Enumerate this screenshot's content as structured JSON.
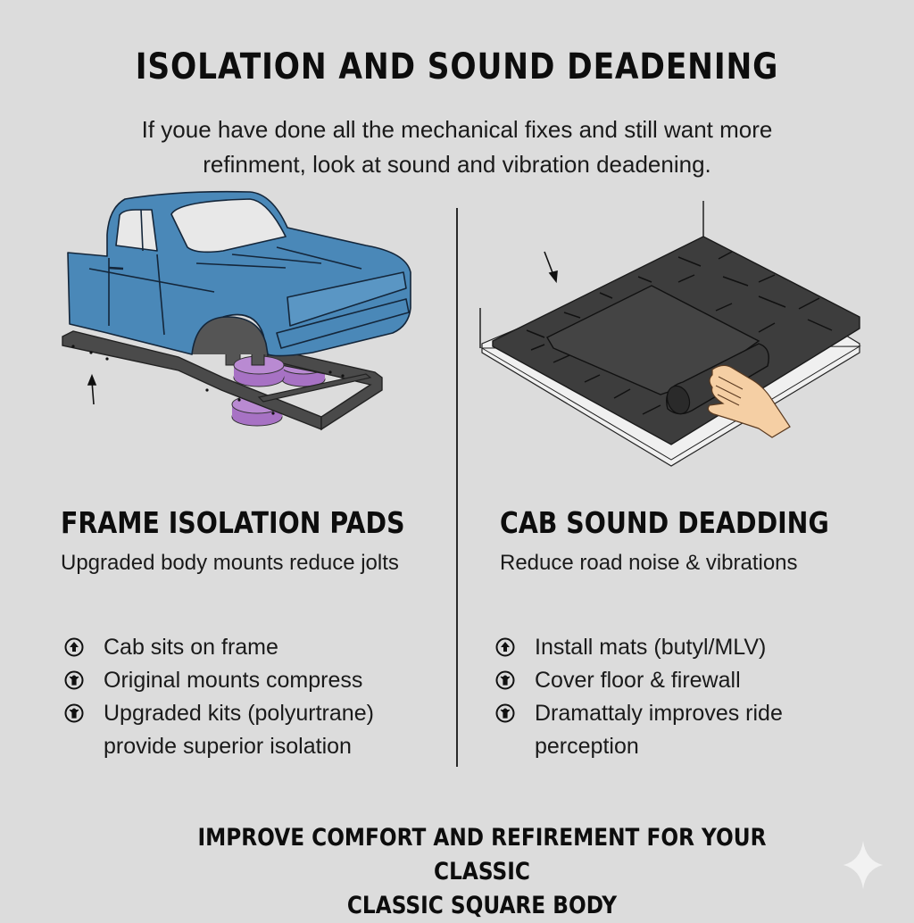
{
  "header": {
    "title": "ISOLATION AND SOUND DEADENING",
    "intro_line1": "If youe have done all the mechanical fixes and still want more",
    "intro_line2": "refinment, look at sound and vibration deadening."
  },
  "left_panel": {
    "illustration": "truck-cab-on-frame-with-isolation-pads",
    "title": "FRAME ISOLATION PADS",
    "subtitle": "Upgraded body mounts reduce jolts",
    "bullets": [
      {
        "icon": "arrow-up-circle-icon",
        "text": "Cab sits on frame"
      },
      {
        "icon": "person-circle-icon",
        "text": "Original mounts compress"
      },
      {
        "icon": "person-circle-icon",
        "text": "Upgraded kits (polyurtrane)",
        "text2": "provide superior isolation"
      }
    ]
  },
  "right_panel": {
    "illustration": "sound-deadening-mat-being-installed",
    "title": "CAB SOUND DEADDING",
    "subtitle": "Reduce road noise & vibrations",
    "bullets": [
      {
        "icon": "arrow-up-circle-icon",
        "text": "Install mats (butyl/MLV)"
      },
      {
        "icon": "person-circle-icon",
        "text": "Cover floor & firewall"
      },
      {
        "icon": "person-circle-icon",
        "text": "Dramattaly improves ride",
        "text2": "perception"
      }
    ]
  },
  "footer": {
    "line1": "IMPROVE COMFORT AND REFIREMENT FOR YOUR CLASSIC",
    "line2": "CLASSIC SQUARE BODY"
  },
  "colors": {
    "background": "#dcdcdc",
    "truck_blue": "#4a88b8",
    "frame_gray": "#4a4a4a",
    "pad_purple": "#a772c4",
    "mat_dark": "#3d3d3d",
    "skin": "#f5cfa4"
  }
}
